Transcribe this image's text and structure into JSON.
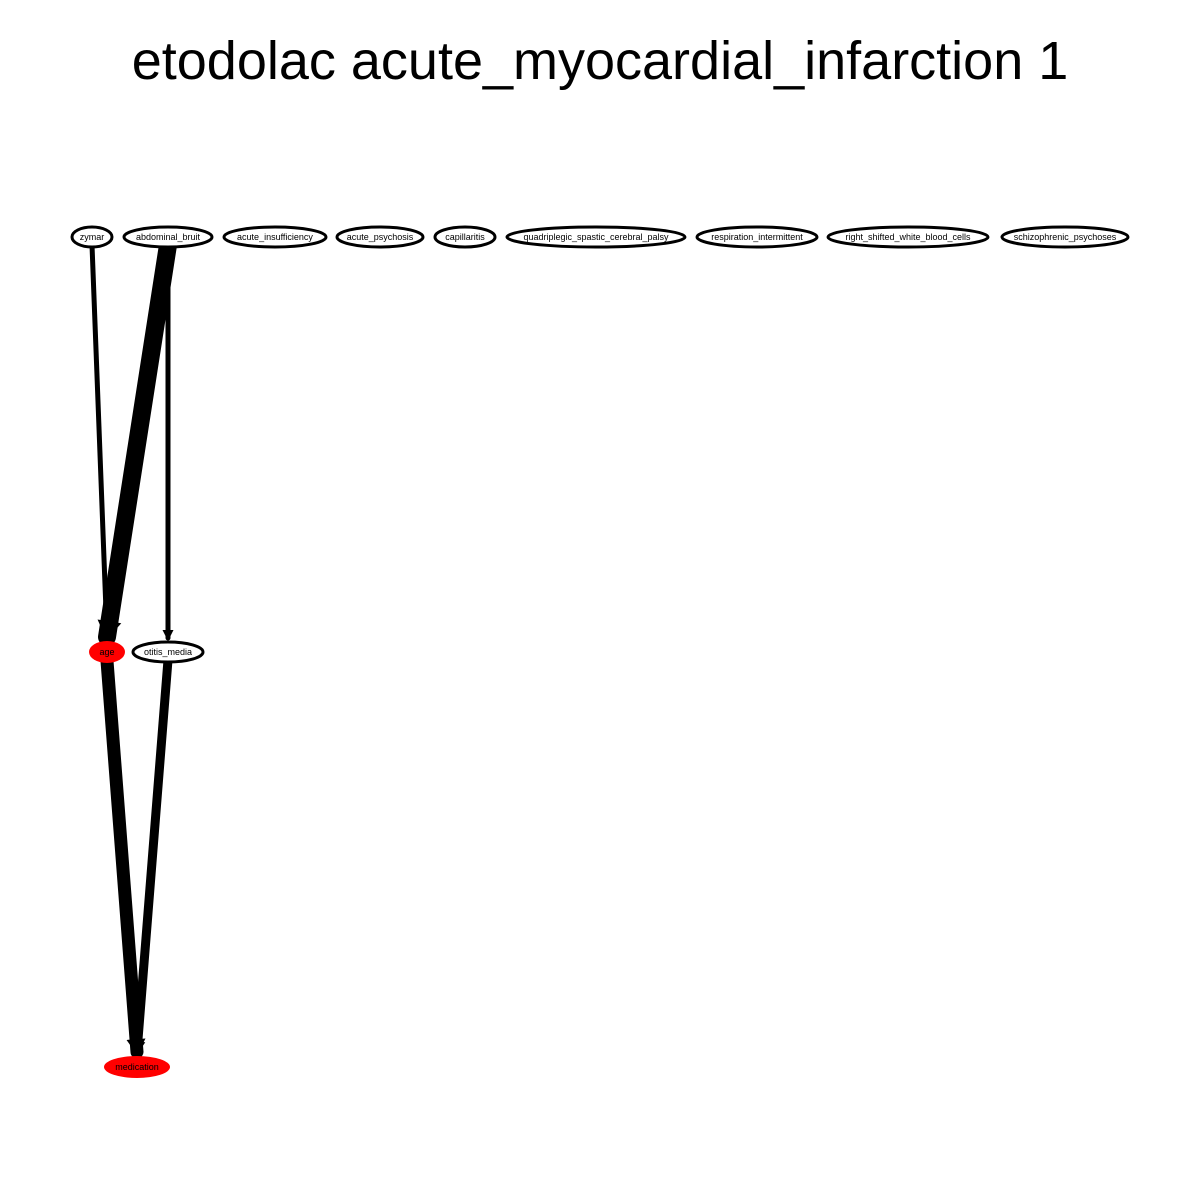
{
  "title": "etodolac acute_myocardial_infarction 1",
  "colors": {
    "highlight": "#ff0000",
    "edge": "#000000",
    "node_fill": "#ffffff"
  },
  "nodes": [
    {
      "id": "zymar",
      "label": "zymar",
      "highlighted": false
    },
    {
      "id": "abdominal_bruit",
      "label": "abdominal_bruit",
      "highlighted": false
    },
    {
      "id": "acute_insufficiency",
      "label": "acute_insufficiency",
      "highlighted": false
    },
    {
      "id": "acute_psychosis",
      "label": "acute_psychosis",
      "highlighted": false
    },
    {
      "id": "capillaritis",
      "label": "capillaritis",
      "highlighted": false
    },
    {
      "id": "quadriplegic_spastic_cerebral_palsy",
      "label": "quadriplegic_spastic_cerebral_palsy",
      "highlighted": false
    },
    {
      "id": "respiration_intermittent",
      "label": "respiration_intermittent",
      "highlighted": false
    },
    {
      "id": "right_shifted_white_blood_cells",
      "label": "right_shifted_white_blood_cells",
      "highlighted": false
    },
    {
      "id": "schizophrenic_psychoses",
      "label": "schizophrenic_psychoses",
      "highlighted": false
    },
    {
      "id": "age",
      "label": "age",
      "highlighted": true
    },
    {
      "id": "otitis_media",
      "label": "otitis_media",
      "highlighted": false
    },
    {
      "id": "medication",
      "label": "medication",
      "highlighted": true
    }
  ],
  "edges": [
    {
      "from": "zymar",
      "to": "age",
      "weight": 1
    },
    {
      "from": "abdominal_bruit",
      "to": "age",
      "weight": 5
    },
    {
      "from": "abdominal_bruit",
      "to": "otitis_media",
      "weight": 1
    },
    {
      "from": "age",
      "to": "medication",
      "weight": 3
    },
    {
      "from": "otitis_media",
      "to": "medication",
      "weight": 2
    }
  ]
}
